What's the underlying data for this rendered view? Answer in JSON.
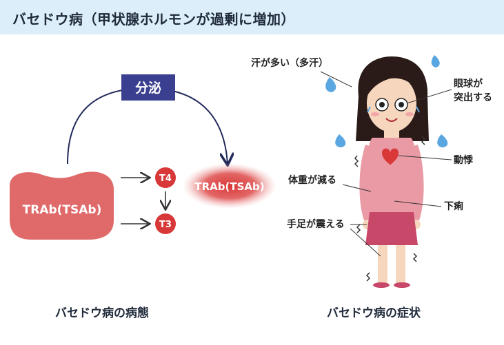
{
  "header": {
    "title": "バセドウ病（甲状腺ホルモンが過剰に増加）"
  },
  "pathology": {
    "caption": "バセドウ病の病態",
    "antibody_label": "TRAb(TSAb)",
    "secreted_label": "TRAb(TSAb)",
    "secretion_label": "分泌",
    "hormones": [
      "T4",
      "T3"
    ]
  },
  "symptoms": {
    "caption": "バセドウ病の症状",
    "labels": {
      "sweating": "汗が多い（多汗）",
      "exophthalmos_line1": "眼球が",
      "exophthalmos_line2": "突出する",
      "palpitation": "動悸",
      "weight_loss": "体重が減る",
      "diarrhea": "下痢",
      "tremor": "手足が震える"
    }
  },
  "colors": {
    "header_bg": "#dbeef9",
    "blob": "#e06a6a",
    "hormone": "#d93838",
    "secretion_box": "#3a3f8f",
    "arrow": "#222a5a",
    "shirt": "#e99aa5",
    "skirt": "#c8486a",
    "skin": "#f6d6bd",
    "hair": "#2a1b18",
    "sweat": "#5aa6e0"
  }
}
